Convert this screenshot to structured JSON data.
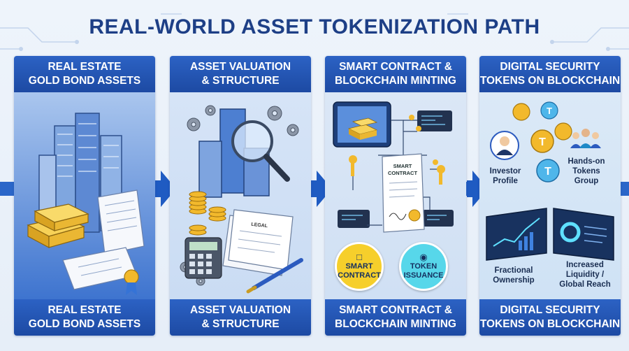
{
  "title": "REAL-WORLD ASSET TOKENIZATION PATH",
  "stages": [
    {
      "top_line1": "REAL ESTATE",
      "top_line2": "GOLD BOND ASSETS",
      "bot_line1": "REAL ESTATE",
      "bot_line2": "GOLD BOND ASSETS"
    },
    {
      "top_line1": "ASSET VALUATION",
      "top_line2": "& STRUCTURE",
      "bot_line1": "ASSET VALUATION",
      "bot_line2": "& STRUCTURE",
      "doc_label": "LEGAL"
    },
    {
      "top_line1": "SMART CONTRACT &",
      "top_line2": "BLOCKCHAIN MINTING",
      "bot_line1": "SMART CONTRACT &",
      "bot_line2": "BLOCKCHAIN MINTING",
      "doc_line1": "SMART",
      "doc_line2": "CONTRACT",
      "badge1_line1": "SMART",
      "badge1_line2": "CONTRACT",
      "badge2_line1": "TOKEN",
      "badge2_line2": "ISSUANCE"
    },
    {
      "top_line1": "DIGITAL SECURITY",
      "top_line2": "TOKENS ON BLOCKCHAIN",
      "bot_line1": "DIGITAL SECURITY",
      "bot_line2": "TOKENS ON BLOCKCHAIN",
      "investor_line1": "Investor",
      "investor_line2": "Profile",
      "group_line1": "Hands-on",
      "group_line2": "Tokens",
      "group_line3": "Group",
      "fractional_line1": "Fractional",
      "fractional_line2": "Ownership",
      "liquidity_line1": "Increased",
      "liquidity_line2": "Liquidity /",
      "liquidity_line3": "Global Reach"
    }
  ],
  "colors": {
    "title": "#1d3f86",
    "header": "#1d4aa3",
    "gold": "#f2b92c",
    "arrow": "#1f5bc2",
    "badge_yellow": "#f6cf2b",
    "badge_cyan": "#57d7ea"
  }
}
